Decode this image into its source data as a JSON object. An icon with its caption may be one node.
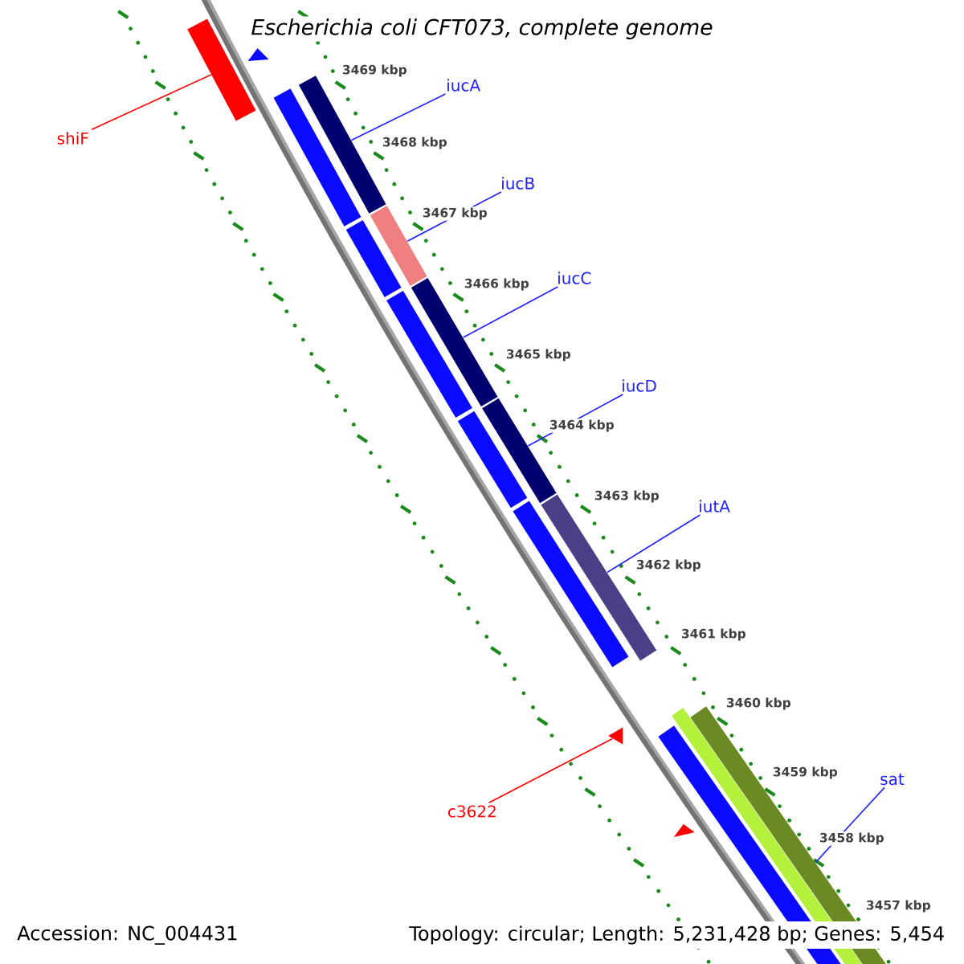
{
  "diagram": {
    "title": "Escherichia coli CFT073, complete genome",
    "nodes": [
      {
        "text": [
          "shiF"
        ]
      },
      {
        "text": [
          "iucA"
        ]
      },
      {
        "text": [
          "iucB"
        ]
      },
      {
        "text": [
          "iucC"
        ]
      },
      {
        "text": [
          "iucD"
        ]
      },
      {
        "text": [
          "iutA"
        ]
      },
      {
        "text": [
          "c3622"
        ]
      },
      {
        "text": [
          "sat"
        ]
      },
      {
        "text": [],
        "shape": "bar"
      },
      {
        "text": [],
        "shape": "bar"
      },
      {
        "text": [],
        "shape": "bar"
      },
      {
        "text": [],
        "shape": "bar"
      },
      {
        "text": [],
        "shape": "bar"
      },
      {
        "text": [],
        "shape": "bar"
      },
      {
        "text": [],
        "shape": "triangle"
      },
      {
        "text": [],
        "shape": "bar"
      }
    ],
    "edges": [
      {
        "from": 0,
        "to": 8,
        "arrow": "none",
        "color": "#ff0000"
      },
      {
        "from": 1,
        "to": 9,
        "arrow": "none"
      },
      {
        "from": 2,
        "to": 10,
        "arrow": "none"
      },
      {
        "from": 3,
        "to": 11,
        "arrow": "none"
      },
      {
        "from": 4,
        "to": 12,
        "arrow": "none"
      },
      {
        "from": 5,
        "to": 13,
        "arrow": "none"
      },
      {
        "from": 6,
        "to": 14,
        "arrow": "none",
        "color": "#ff0000"
      },
      {
        "from": 7,
        "to": 15,
        "arrow": "none"
      }
    ],
    "labels": [
      "3469 kbp",
      "3468 kbp",
      "3467 kbp",
      "3466 kbp",
      "3465 kbp",
      "3464 kbp",
      "3463 kbp",
      "3462 kbp",
      "3461 kbp",
      "3460 kbp",
      "3459 kbp",
      "3458 kbp",
      "3457 kbp",
      "Accession: NC_004431",
      "Topology: circular; Length: 5,231,428 bp; Genes: 5,454"
    ]
  }
}
